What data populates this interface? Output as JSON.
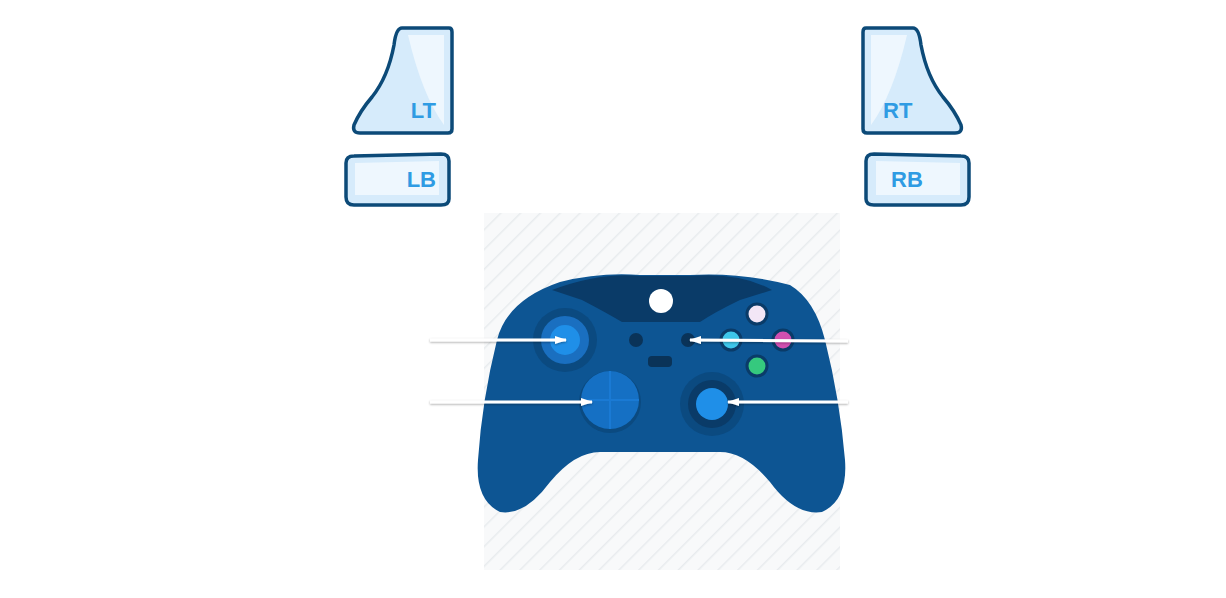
{
  "diagram": {
    "nodes": [
      {
        "text": [
          "LT"
        ]
      },
      {
        "text": [
          "RT"
        ]
      },
      {
        "text": [
          "LB"
        ]
      },
      {
        "text": [
          "RB"
        ]
      }
    ]
  }
}
